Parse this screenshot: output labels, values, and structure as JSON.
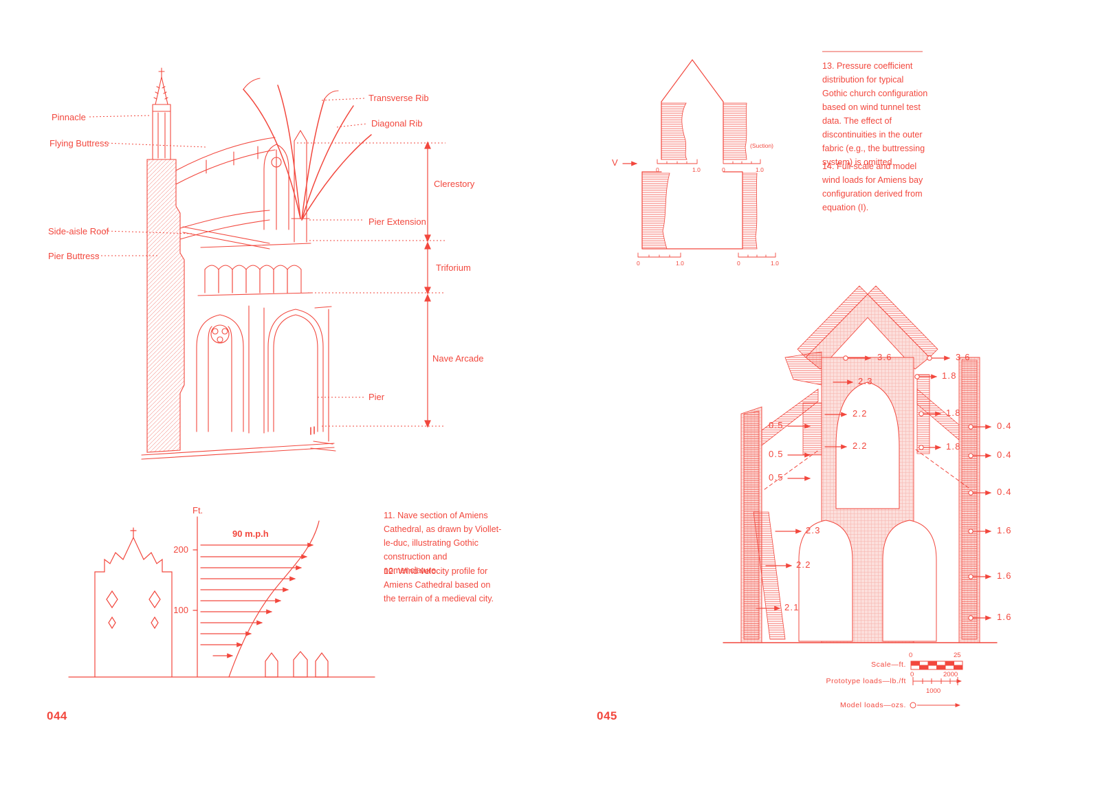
{
  "ink_color": "#f2473d",
  "left_page": {
    "page_number": "044",
    "section_labels": {
      "pinnacle": "Pinnacle",
      "flying_buttress": "Flying Buttress",
      "side_aisle_roof": "Side-aisle Roof",
      "pier_buttress": "Pier Buttress",
      "transverse_rib": "Transverse Rib",
      "diagonal_rib": "Diagonal Rib",
      "clerestory": "Clerestory",
      "pier_extension": "Pier Extension",
      "triforium": "Triforium",
      "nave_arcade": "Nave Arcade",
      "pier": "Pier"
    },
    "wind_chart": {
      "y_axis_label": "Ft.",
      "wind_speed_label": "90 m.p.h",
      "y_ticks": [
        "200",
        "100"
      ]
    },
    "captions": {
      "item_11": "11. Nave section of Amiens Cathedral, as drawn by Viollet-le-duc, illustrating Gothic construction and nomenclature.",
      "item_12": "12. Wind velocity profile for Amiens Cathedral based on the terrain of a medieval city."
    }
  },
  "right_page": {
    "page_number": "045",
    "captions": {
      "item_13": "13. Pressure coefficient distribution for typical Gothic church configuration based on wind tunnel test data. The effect of discontinuities in the outer fabric (e.g., the buttressing system) is omitted.",
      "item_14": "14. Full-scale and model wind loads for Amiens bay configuration derived from equation (I)."
    },
    "pressure_diagram": {
      "velocity_label": "V",
      "suction_label": "(Suction)",
      "scale_zero": "0",
      "scale_one": "1.0"
    },
    "load_diagram": {
      "values": [
        "3.6",
        "3.6",
        "2.3",
        "1.8",
        "2.2",
        "1.8",
        "0.5",
        "0.4",
        "2.2",
        "1.8",
        "0.5",
        "0.4",
        "0.5",
        "0.4",
        "2.3",
        "1.6",
        "2.2",
        "1.6",
        "2.1",
        "1.6"
      ]
    },
    "legend": {
      "scale_label": "Scale—ft.",
      "scale_min": "0",
      "scale_max": "25",
      "prototype_label": "Prototype loads—lb./ft",
      "prototype_min": "0",
      "prototype_max": "2000",
      "prototype_mid": "1000",
      "model_label": "Model loads—ozs."
    }
  },
  "chart_data": [
    {
      "type": "line",
      "title": "Wind velocity profile for Amiens Cathedral (Fig. 12)",
      "xlabel": "wind velocity",
      "ylabel": "Ft.",
      "y_ticks": [
        100,
        200
      ],
      "annotation": "90 m.p.h",
      "description": "Boundary-layer profile over a medieval city: horizontal wind arrows lengthen with height toward 90 m.p.h near 200 ft; church silhouette and houses at ground level."
    },
    {
      "type": "table",
      "title": "Full-scale wind loads for Amiens bay configuration (Fig. 14)",
      "columns": [
        "load (lb./ft)"
      ],
      "rows": [
        [
          "3.6"
        ],
        [
          "3.6"
        ],
        [
          "2.3"
        ],
        [
          "1.8"
        ],
        [
          "2.2"
        ],
        [
          "1.8"
        ],
        [
          "0.5"
        ],
        [
          "0.4"
        ],
        [
          "2.2"
        ],
        [
          "1.8"
        ],
        [
          "0.5"
        ],
        [
          "0.4"
        ],
        [
          "0.5"
        ],
        [
          "0.4"
        ],
        [
          "2.3"
        ],
        [
          "1.6"
        ],
        [
          "2.2"
        ],
        [
          "1.6"
        ],
        [
          "2.1"
        ],
        [
          "1.6"
        ]
      ],
      "legend": [
        "Scale—ft. 0–25",
        "Prototype loads—lb./ft 0–2000 (1000)",
        "Model loads—ozs."
      ]
    }
  ]
}
